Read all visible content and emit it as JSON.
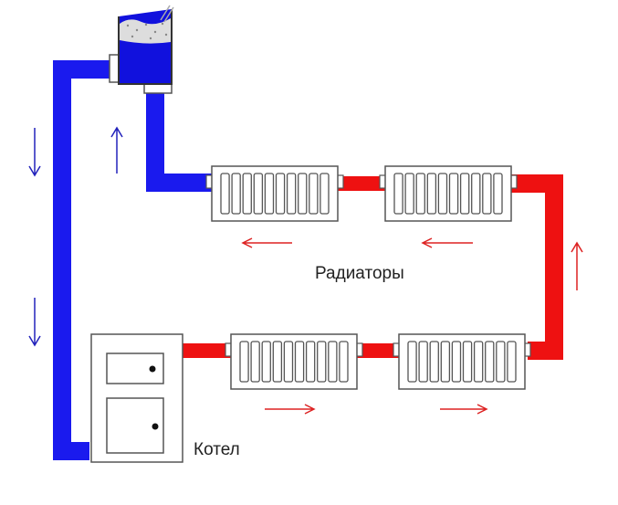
{
  "labels": {
    "radiators": "Радиаторы",
    "boiler": "Котел"
  },
  "colors": {
    "cold_pipe": "#1a1aee",
    "hot_pipe": "#ee1111",
    "tank_water": "#1111dd",
    "arrow_blue": "#2222bb",
    "arrow_red": "#dd2222",
    "outline": "#555555"
  },
  "flow": {
    "left_riser": "down",
    "tank_return": "up",
    "right_riser": "up",
    "top_row": "left",
    "bottom_row": "right"
  },
  "radiators_count": 4,
  "radiator_sections": 10
}
